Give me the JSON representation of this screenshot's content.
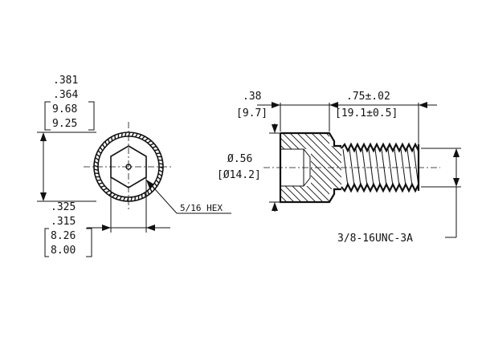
{
  "front_view": {
    "outer_diameter": {
      "max_in": ".381",
      "min_in": ".364",
      "max_mm": "9.68",
      "min_mm": "9.25"
    },
    "hex_diameter": {
      "max_in": ".325",
      "min_in": ".315",
      "max_mm": "8.26",
      "min_mm": "8.00"
    },
    "hex_callout": "5/16 HEX"
  },
  "side_view": {
    "head_length": {
      "in": ".38",
      "mm": "[9.7]"
    },
    "thread_length": {
      "in": ".75±.02",
      "mm": "[19.1±0.5]"
    },
    "head_diameter": {
      "in": "Ø.56",
      "mm": "[Ø14.2]"
    },
    "thread_callout": "3/8-16UNC-3A"
  }
}
